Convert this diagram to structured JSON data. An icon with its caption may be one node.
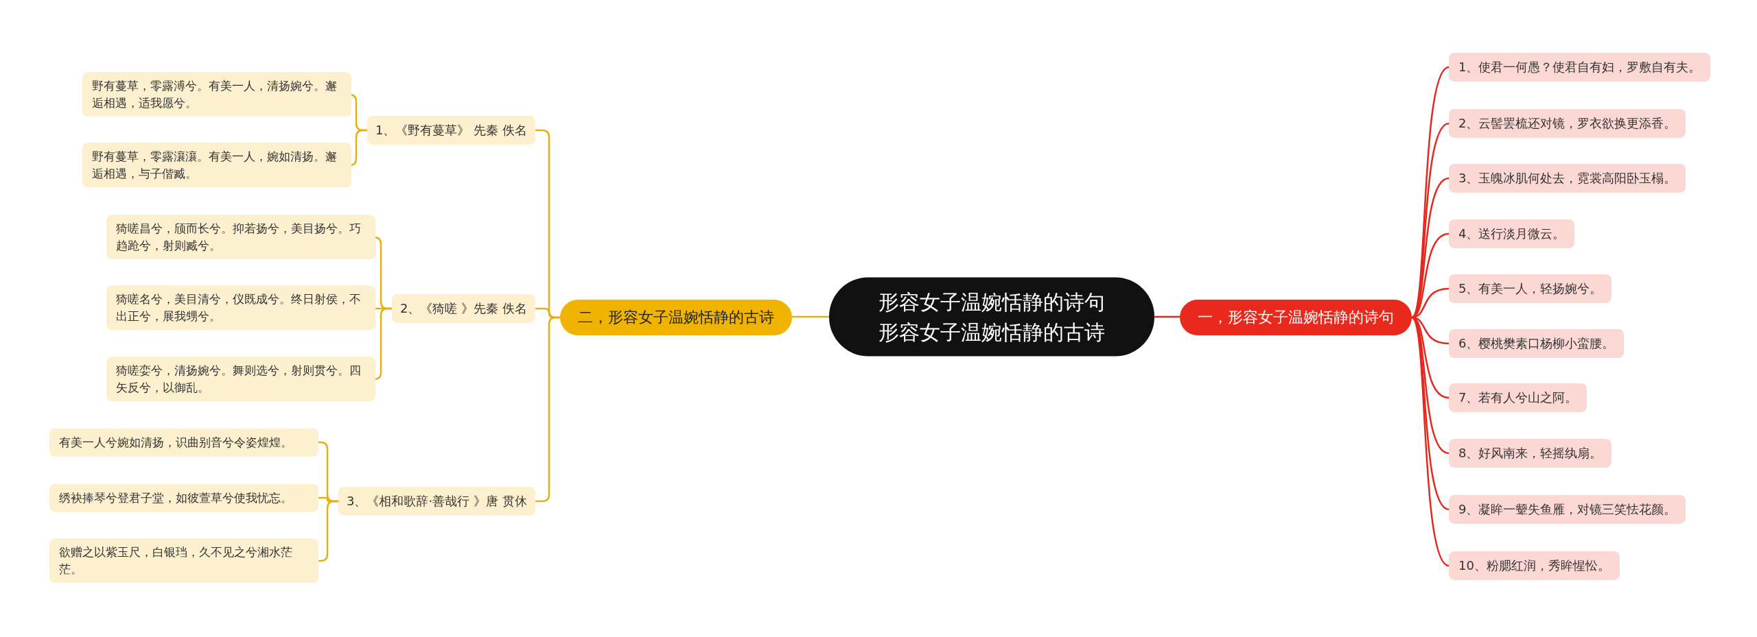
{
  "diagram": {
    "nodes": [
      {
        "text": [
          "形容女子温婉恬静的诗句",
          "形容女子温婉恬静的古诗"
        ]
      },
      {
        "text": [
          "二，形容女子温婉恬静的古诗"
        ]
      },
      {
        "text": [
          "1、《野有蔓草》 先秦 佚名"
        ]
      },
      {
        "text": [
          "野有蔓草，零露溥兮。有美一人，清扬婉兮。邂逅相遇，适我愿兮。"
        ]
      },
      {
        "text": [
          "野有蔓草，零露瀼瀼。有美一人，婉如清扬。邂逅相遇，与子偕臧。"
        ]
      },
      {
        "text": [
          "2、《猗嗟 》先秦 佚名"
        ]
      },
      {
        "text": [
          "猗嗟昌兮，颀而长兮。抑若扬兮，美目扬兮。巧趋跄兮，射则臧兮。"
        ]
      },
      {
        "text": [
          "猗嗟名兮，美目清兮，仪既成兮。终日射侯，不出正兮，展我甥兮。"
        ]
      },
      {
        "text": [
          "猗嗟娈兮，清扬婉兮。舞则选兮，射则贯兮。四矢反兮，以御乱。"
        ]
      },
      {
        "text": [
          "3、《相和歌辞·善哉行 》唐 贯休"
        ]
      },
      {
        "text": [
          "有美一人兮婉如清扬，识曲别音兮令姿煌煌。"
        ]
      },
      {
        "text": [
          "绣袂捧琴兮登君子堂，如彼萱草兮使我忧忘。"
        ]
      },
      {
        "text": [
          "欲赠之以紫玉尺，白银珰，久不见之兮湘水茫茫。"
        ]
      },
      {
        "text": [
          "一，形容女子温婉恬静的诗句"
        ]
      },
      {
        "text": [
          "1、使君一何愚？使君自有妇，罗敷自有夫。"
        ]
      },
      {
        "text": [
          "2、云髻罢梳还对镜，罗衣欲换更添香。"
        ]
      },
      {
        "text": [
          "3、玉魄冰肌何处去，霓裳高阳卧玉榻。"
        ]
      },
      {
        "text": [
          "4、送行淡月微云。"
        ]
      },
      {
        "text": [
          "5、有美一人，轻扬婉兮。"
        ]
      },
      {
        "text": [
          "6、樱桃樊素口杨柳小蛮腰。"
        ]
      },
      {
        "text": [
          "7、若有人兮山之阿。"
        ]
      },
      {
        "text": [
          "8、好风南来，轻摇纨扇。"
        ]
      },
      {
        "text": [
          "9、凝眸一颦失鱼雁，对镜三笑怯花颜。"
        ]
      },
      {
        "text": [
          "10、粉腮红润，秀眸惺忪。"
        ]
      }
    ],
    "edges": [
      {
        "from": 0,
        "to": 1,
        "arrow": "none"
      },
      {
        "from": 1,
        "to": 2,
        "arrow": "none"
      },
      {
        "from": 2,
        "to": 3,
        "arrow": "none"
      },
      {
        "from": 2,
        "to": 4,
        "arrow": "none"
      },
      {
        "from": 1,
        "to": 5,
        "arrow": "none"
      },
      {
        "from": 5,
        "to": 6,
        "arrow": "none"
      },
      {
        "from": 5,
        "to": 7,
        "arrow": "none"
      },
      {
        "from": 5,
        "to": 8,
        "arrow": "none"
      },
      {
        "from": 1,
        "to": 9,
        "arrow": "none"
      },
      {
        "from": 9,
        "to": 10,
        "arrow": "none"
      },
      {
        "from": 9,
        "to": 11,
        "arrow": "none"
      },
      {
        "from": 9,
        "to": 12,
        "arrow": "none"
      },
      {
        "from": 0,
        "to": 13,
        "arrow": "none",
        "color": "#e3281c"
      },
      {
        "from": 13,
        "to": 14,
        "arrow": "none",
        "color": "#e3281c"
      },
      {
        "from": 13,
        "to": 15,
        "arrow": "none",
        "color": "#e3281c"
      },
      {
        "from": 13,
        "to": 16,
        "arrow": "none",
        "color": "#e3281c"
      },
      {
        "from": 13,
        "to": 17,
        "arrow": "none",
        "color": "#e3281c"
      },
      {
        "from": 13,
        "to": 18,
        "arrow": "none",
        "color": "#e3281c"
      },
      {
        "from": 13,
        "to": 19,
        "arrow": "none",
        "color": "#e3281c"
      },
      {
        "from": 13,
        "to": 20,
        "arrow": "none",
        "color": "#e3281c"
      },
      {
        "from": 13,
        "to": 21,
        "arrow": "none",
        "color": "#e3281c"
      },
      {
        "from": 13,
        "to": 22,
        "arrow": "none",
        "color": "#e3281c"
      },
      {
        "from": 13,
        "to": 23,
        "arrow": "none",
        "color": "#e3281c"
      }
    ]
  }
}
